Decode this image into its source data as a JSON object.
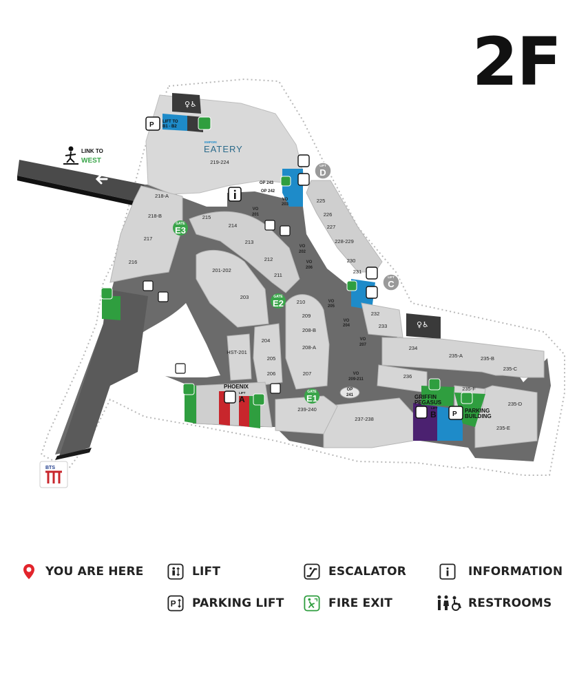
{
  "floor": "2F",
  "link_west": {
    "line1": "LINK TO",
    "line2": "WEST"
  },
  "eatery": {
    "small": "EMPORI",
    "name": "EATERY",
    "units": "219-224"
  },
  "lift_to": {
    "line1": "LIFT TO",
    "line2": "B1 - B2"
  },
  "lifts": [
    {
      "id": "D",
      "small": "LIFT"
    },
    {
      "id": "C",
      "small": "LIFT"
    }
  ],
  "gates": [
    {
      "id": "E3",
      "small": "GATE"
    },
    {
      "id": "E2",
      "small": "GATE"
    },
    {
      "id": "E1",
      "small": "GATE"
    }
  ],
  "lift_labels": {
    "phoenix": "PHOENIX",
    "phoenix_small": "LIFT",
    "phoenix_letter": "A",
    "griffin": "GRIFFIN",
    "pegasus": "PEGASUS",
    "gp_small": "LIFT",
    "gp_letter": "B",
    "parking1": "PARKING",
    "parking2": "BUILDING"
  },
  "units": {
    "u218a": "218-A",
    "u218b": "218-B",
    "u217": "217",
    "u216": "216",
    "u215": "215",
    "u214": "214",
    "u213": "213",
    "u212": "212",
    "u211": "211",
    "u201_202": "201-202",
    "u203": "203",
    "u210": "210",
    "u209": "209",
    "u208b": "208-B",
    "u208a": "208-A",
    "u207": "207",
    "u204": "204",
    "u205": "205",
    "u206": "206",
    "hst201": "HST-201",
    "u225": "225",
    "u226": "226",
    "u227": "227",
    "u228_229": "228-229",
    "u230": "230",
    "u231": "231",
    "u232": "232",
    "u233": "233",
    "u234": "234",
    "u235a": "235-A",
    "u235b": "235-B",
    "u235c": "235-C",
    "u235d": "235-D",
    "u235e": "235-E",
    "u235f": "235-F",
    "u236": "236",
    "u237_238": "237-238",
    "u239_240": "239-240",
    "op243": "OP 243",
    "op242": "OP 242",
    "op241a": "OP",
    "op241b": "241",
    "vo201a": "VO",
    "vo201b": "201",
    "vo203a": "VO",
    "vo203b": "203",
    "vo202a": "VO",
    "vo202b": "202",
    "vo206a": "VO",
    "vo206b": "206",
    "vo205a": "VO",
    "vo205b": "205",
    "vo204a": "VO",
    "vo204b": "204",
    "vo207a": "VO",
    "vo207b": "207",
    "vo209a": "VO",
    "vo209b": "209-211"
  },
  "legend": {
    "you_are_here": "YOU ARE HERE",
    "lift": "LIFT",
    "escalator": "ESCALATOR",
    "information": "INFORMATION",
    "parking_lift": "PARKING LIFT",
    "fire_exit": "FIRE EXIT",
    "restrooms": "RESTROOMS"
  },
  "colors": {
    "fire_exit": "#2f9e3f",
    "lift_blue": "#1e8bc9",
    "lift_red": "#c8262c",
    "lift_purple": "#4b2170",
    "gray_lift": "#9a9a9a",
    "pin": "#e2242b"
  },
  "icons": [
    "walk-icon",
    "arrow-left-icon",
    "restroom-icon",
    "lift-icon",
    "parking-lift-icon",
    "escalator-icon",
    "fire-exit-icon",
    "information-icon",
    "location-pin-icon",
    "bts-logo"
  ]
}
